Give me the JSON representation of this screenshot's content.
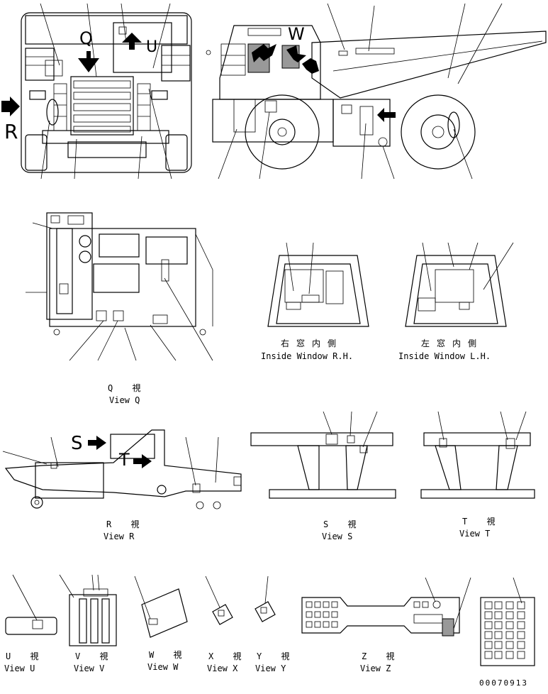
{
  "views": {
    "q": {
      "jp": "Q 視",
      "en": "View Q"
    },
    "r": {
      "jp": "R 視",
      "en": "View R"
    },
    "s": {
      "jp": "S 視",
      "en": "View S"
    },
    "t": {
      "jp": "T 視",
      "en": "View T"
    },
    "u": {
      "jp": "U 視",
      "en": "View U"
    },
    "v": {
      "jp": "V 視",
      "en": "View V"
    },
    "w": {
      "jp": "W 視",
      "en": "View W"
    },
    "x": {
      "jp": "X 視",
      "en": "View X"
    },
    "y": {
      "jp": "Y 視",
      "en": "View Y"
    },
    "z": {
      "jp": "Z 視",
      "en": "View Z"
    }
  },
  "cab": {
    "rh": {
      "jp": "右窓内側",
      "en": "Inside Window R.H."
    },
    "lh": {
      "jp": "左窓内側",
      "en": "Inside Window L.H."
    }
  },
  "markers": {
    "q": "Q",
    "u": "U",
    "r": "R",
    "w": "W",
    "s": "S",
    "t": "T"
  },
  "drawing_number": "00070913"
}
